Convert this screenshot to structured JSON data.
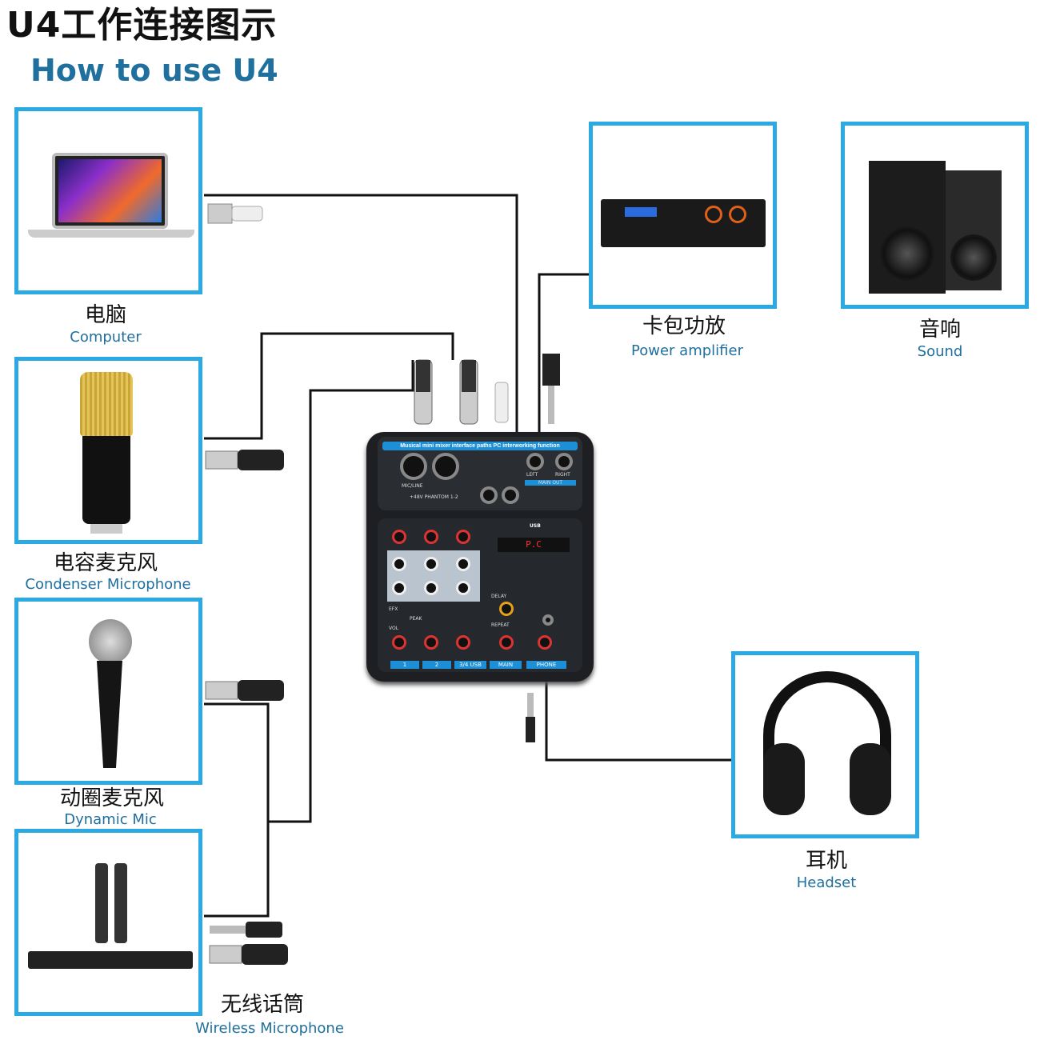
{
  "title": {
    "cn": "U4工作连接图示",
    "en": "How to use U4"
  },
  "devices": {
    "computer": {
      "cn": "电脑",
      "en": "Computer"
    },
    "condenser": {
      "cn": "电容麦克风",
      "en": "Condenser Microphone"
    },
    "dynamic": {
      "cn": "动圈麦克风",
      "en": "Dynamic Mic"
    },
    "wireless": {
      "cn": "无线话筒",
      "en": "Wireless Microphone"
    },
    "amplifier": {
      "cn": "卡包功放",
      "en": "Power amplifier"
    },
    "sound": {
      "cn": "音响",
      "en": "Sound"
    },
    "headset": {
      "cn": "耳机",
      "en": "Headset"
    }
  },
  "mixer": {
    "banner": "Musical mini mixer interface paths PC interworking function",
    "mic_line": "MIC/LINE",
    "phantom": "+48V PHANTOM 1-2",
    "left": "LEFT",
    "right": "RIGHT",
    "main_out": "MAIN OUT",
    "delay": "DELAY",
    "repeat": "REPEAT",
    "efx": "EFX",
    "vol": "VOL",
    "peak": "PEAK",
    "usb": "USB",
    "display": "P.C",
    "channels": [
      "1",
      "2",
      "3/4 USB",
      "MAIN",
      "PHONE"
    ]
  },
  "colors": {
    "frame": "#2aa9e2",
    "accent_text": "#1f6f9f",
    "wire": "#111111"
  }
}
